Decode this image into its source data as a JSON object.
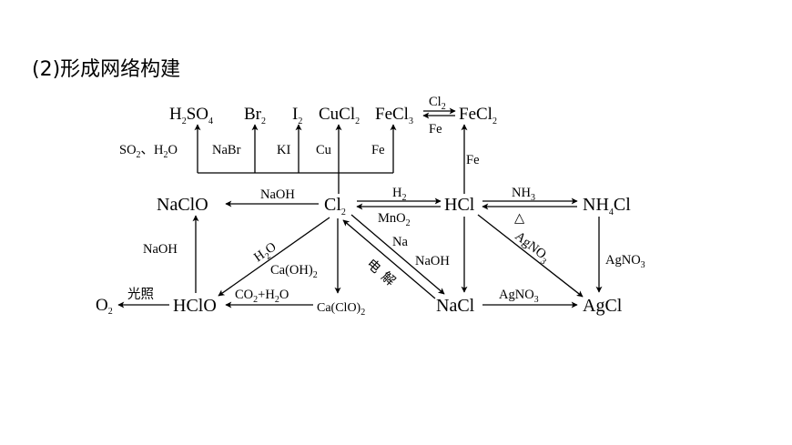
{
  "title": "(2)形成网络构建",
  "nodes": {
    "h2so4": {
      "a": "H",
      "s1": "2",
      "b": "SO",
      "s2": "4"
    },
    "br2": {
      "a": "Br",
      "s1": "2"
    },
    "i2": {
      "a": "I",
      "s1": "2"
    },
    "cucl2": {
      "a": "CuCl",
      "s1": "2"
    },
    "fecl3": {
      "a": "FeCl",
      "s1": "3"
    },
    "fecl2": {
      "a": "FeCl",
      "s1": "2"
    },
    "naclo": "NaClO",
    "cl2": {
      "a": "Cl",
      "s1": "2"
    },
    "hcl": "HCl",
    "nh4cl": {
      "a": "NH",
      "s1": "4",
      "b": "Cl"
    },
    "o2": {
      "a": "O",
      "s1": "2"
    },
    "hclo": "HClO",
    "ca_clo2": {
      "a": "Ca(ClO)",
      "s1": "2"
    },
    "nacl": "NaCl",
    "agcl": "AgCl"
  },
  "labels": {
    "so2_h2o": {
      "a": "SO",
      "s1": "2",
      "b": "、H",
      "s2": "2",
      "c": "O"
    },
    "nabr": "NaBr",
    "ki": "KI",
    "cu": "Cu",
    "fe_1": "Fe",
    "cl2_top": {
      "a": "Cl",
      "s1": "2"
    },
    "fe_bottom": "Fe",
    "fe_vertical": "Fe",
    "naoh_1": "NaOH",
    "h2": {
      "a": "H",
      "s1": "2"
    },
    "mno2": {
      "a": "MnO",
      "s1": "2"
    },
    "nh3": {
      "a": "NH",
      "s1": "3"
    },
    "delta": "△",
    "naoh_left": "NaOH",
    "h2o_diag": {
      "a": "H",
      "s1": "2",
      "b": "O"
    },
    "caoh2": {
      "a": "Ca(OH)",
      "s1": "2"
    },
    "dian": "电",
    "jie": "解",
    "na": "Na",
    "naoh_right": "NaOH",
    "agno3_diag": {
      "a": "AgNO",
      "s1": "3"
    },
    "agno3_right": {
      "a": "AgNO",
      "s1": "3"
    },
    "guangzhao": "光照",
    "co2_h2o": {
      "a": "CO",
      "s1": "2",
      "b": "+H",
      "s2": "2",
      "c": "O"
    },
    "agno3_bottom": {
      "a": "AgNO",
      "s1": "3"
    }
  }
}
